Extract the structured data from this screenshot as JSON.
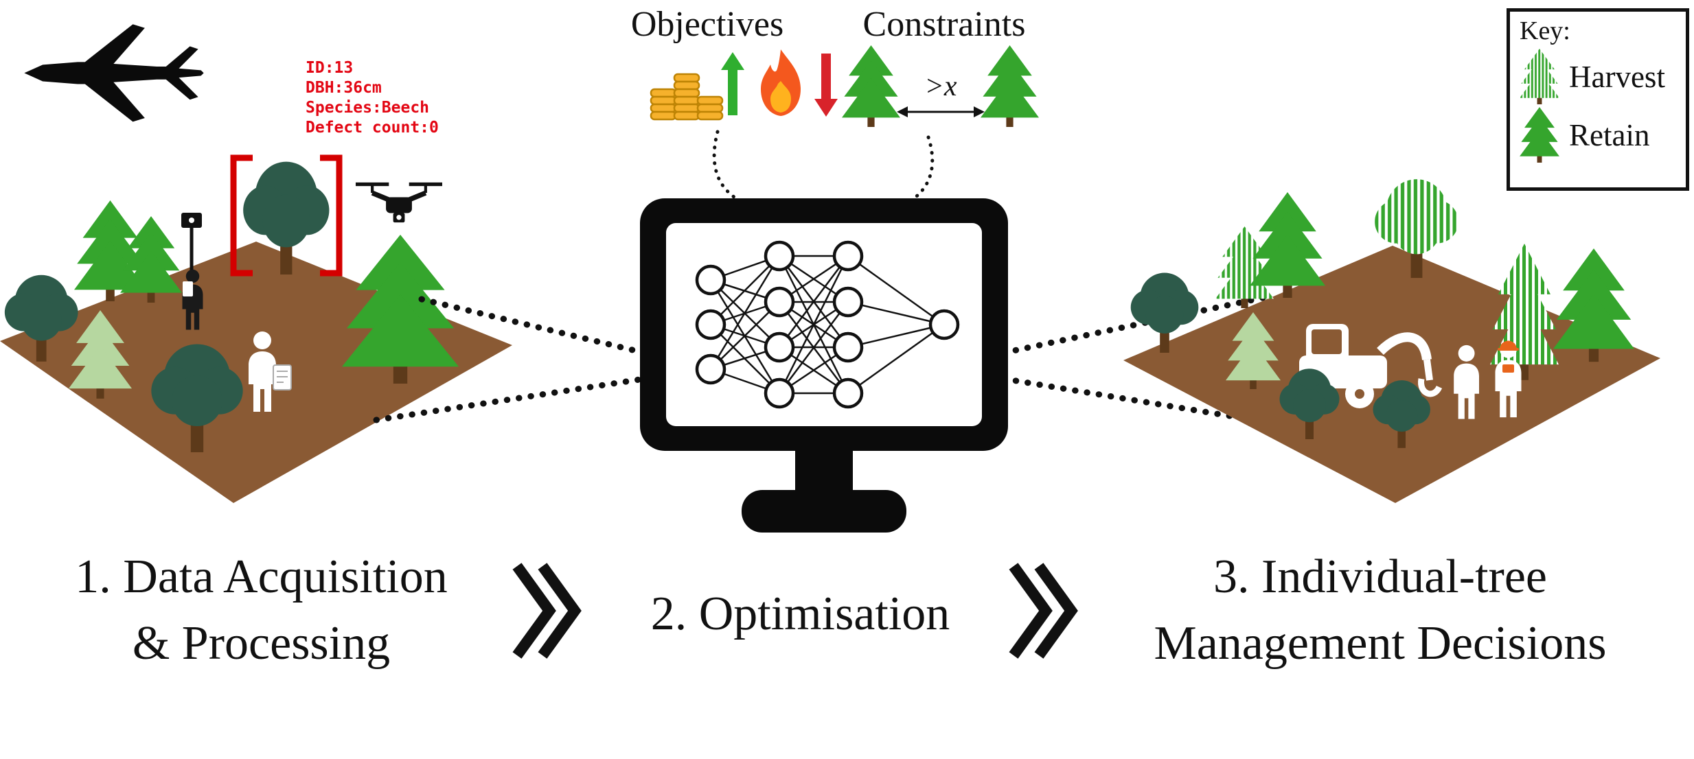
{
  "figure": {
    "stage1": {
      "line1": "1. Data Acquisition",
      "line2": "& Processing"
    },
    "stage2": {
      "label": "2. Optimisation"
    },
    "stage3": {
      "line1": "3. Individual-tree",
      "line2": "Management Decisions"
    }
  },
  "optimisation": {
    "objectives_label": "Objectives",
    "constraints_label": "Constraints",
    "distance_label": ">x"
  },
  "tree_annotation": {
    "lines": [
      "ID:13",
      "DBH:36cm",
      "Species:Beech",
      "Defect count:0"
    ]
  },
  "key": {
    "title": "Key:",
    "harvest_label": "Harvest",
    "retain_label": "Retain"
  },
  "icons": {
    "airplane-icon": "black airplane silhouette",
    "drone-icon": "black quadcopter drone",
    "laser-scanner-icon": "person operating pole-mounted laser scanner",
    "surveyor-icon": "white person figure holding clipboard",
    "coins-icon": "stacks of gold coins",
    "up-arrow-icon": "green increase arrow",
    "flame-icon": "orange flame",
    "down-arrow-icon": "red decrease arrow",
    "distance-arrow-icon": "double-headed tree-spacing arrow",
    "monitor-icon": "monitor showing neural network",
    "harvester-icon": "white forestry harvester machine",
    "worker-icon": "white forest worker with orange hard hat",
    "stage-arrow-icon": "double chevron between stages",
    "harvest-tree-icon": "green-and-white striped tree (harvest)",
    "retain-tree-icon": "solid green tree (retain)",
    "red-bracket-icon": "red detection brackets around measured tree"
  },
  "colors": {
    "ground_brown": "#8a5a34",
    "pine_green": "#35a52d",
    "dark_green": "#2d5a4a",
    "pale_green": "#b6d7a0",
    "annotation_red": "#e30613",
    "bracket_red": "#d40000",
    "arrow_up_green": "#2fae2f",
    "arrow_down_red": "#d8232a",
    "flame_orange": "#f4581e",
    "coin_gold": "#f6b12c",
    "helmet_orange": "#e8641b",
    "ink_black": "#111111"
  }
}
